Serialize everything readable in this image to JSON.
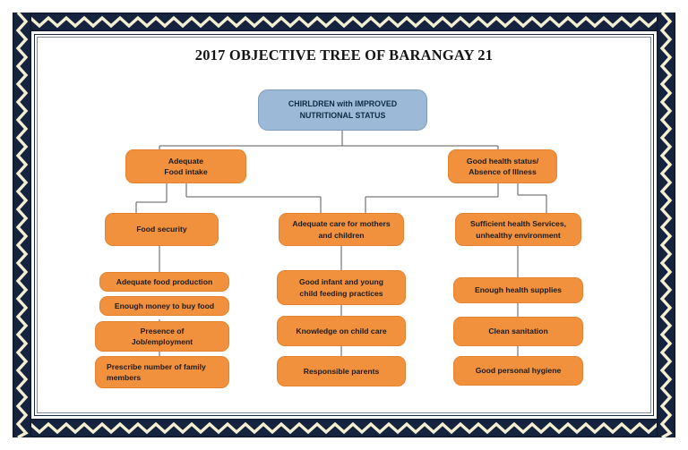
{
  "document": {
    "title": "2017 OBJECTIVE TREE OF BARANGAY 21",
    "border_style": "zigzag-chevron-frame",
    "colors": {
      "root_node": "#9CBAD8",
      "node": "#F2913D",
      "node_border": "#E3832F",
      "frame_dark": "#16233F",
      "frame_light": "#F2EFD2",
      "connector": "#595959",
      "text": "#1A1A1A",
      "page_background": "#FFFFFF"
    }
  },
  "tree": {
    "root": {
      "id": "root",
      "label": "CHIRLDREN with IMPROVED\nNUTRITIONAL STATUS",
      "level": 0
    },
    "level1": [
      {
        "id": "adequate-food-intake",
        "label": "Adequate\nFood intake",
        "level": 1
      },
      {
        "id": "good-health-status",
        "label": "Good health status/\nAbsence of Illness",
        "level": 1
      }
    ],
    "level2": [
      {
        "id": "food-security",
        "label": "Food security",
        "level": 2,
        "parents": [
          "adequate-food-intake"
        ]
      },
      {
        "id": "adequate-care",
        "label": "Adequate care for mothers\nand children",
        "level": 2,
        "parents": [
          "adequate-food-intake",
          "good-health-status"
        ]
      },
      {
        "id": "sufficient-health-services",
        "label": "Sufficient health Services,\nunhealthy environment",
        "level": 2,
        "parents": [
          "good-health-status"
        ]
      }
    ],
    "level3": {
      "food_security_children": [
        {
          "id": "adequate-food-production",
          "label": "Adequate food production"
        },
        {
          "id": "enough-money-to-buy-food",
          "label": "Enough money to buy food"
        },
        {
          "id": "presence-of-job-employment",
          "label": "Presence of\nJob/employment"
        },
        {
          "id": "prescribe-number-of-family-members",
          "label": "Prescribe number of family\nmembers"
        }
      ],
      "adequate_care_children": [
        {
          "id": "good-infant-feeding",
          "label": "Good infant and young\nchild feeding practices"
        },
        {
          "id": "knowledge-on-child-care",
          "label": "Knowledge on child care"
        },
        {
          "id": "responsible-parents",
          "label": "Responsible parents"
        }
      ],
      "health_services_children": [
        {
          "id": "enough-health-supplies",
          "label": "Enough health supplies"
        },
        {
          "id": "clean-sanitation",
          "label": "Clean sanitation"
        },
        {
          "id": "good-personal-hygiene",
          "label": "Good personal hygiene"
        }
      ]
    }
  }
}
